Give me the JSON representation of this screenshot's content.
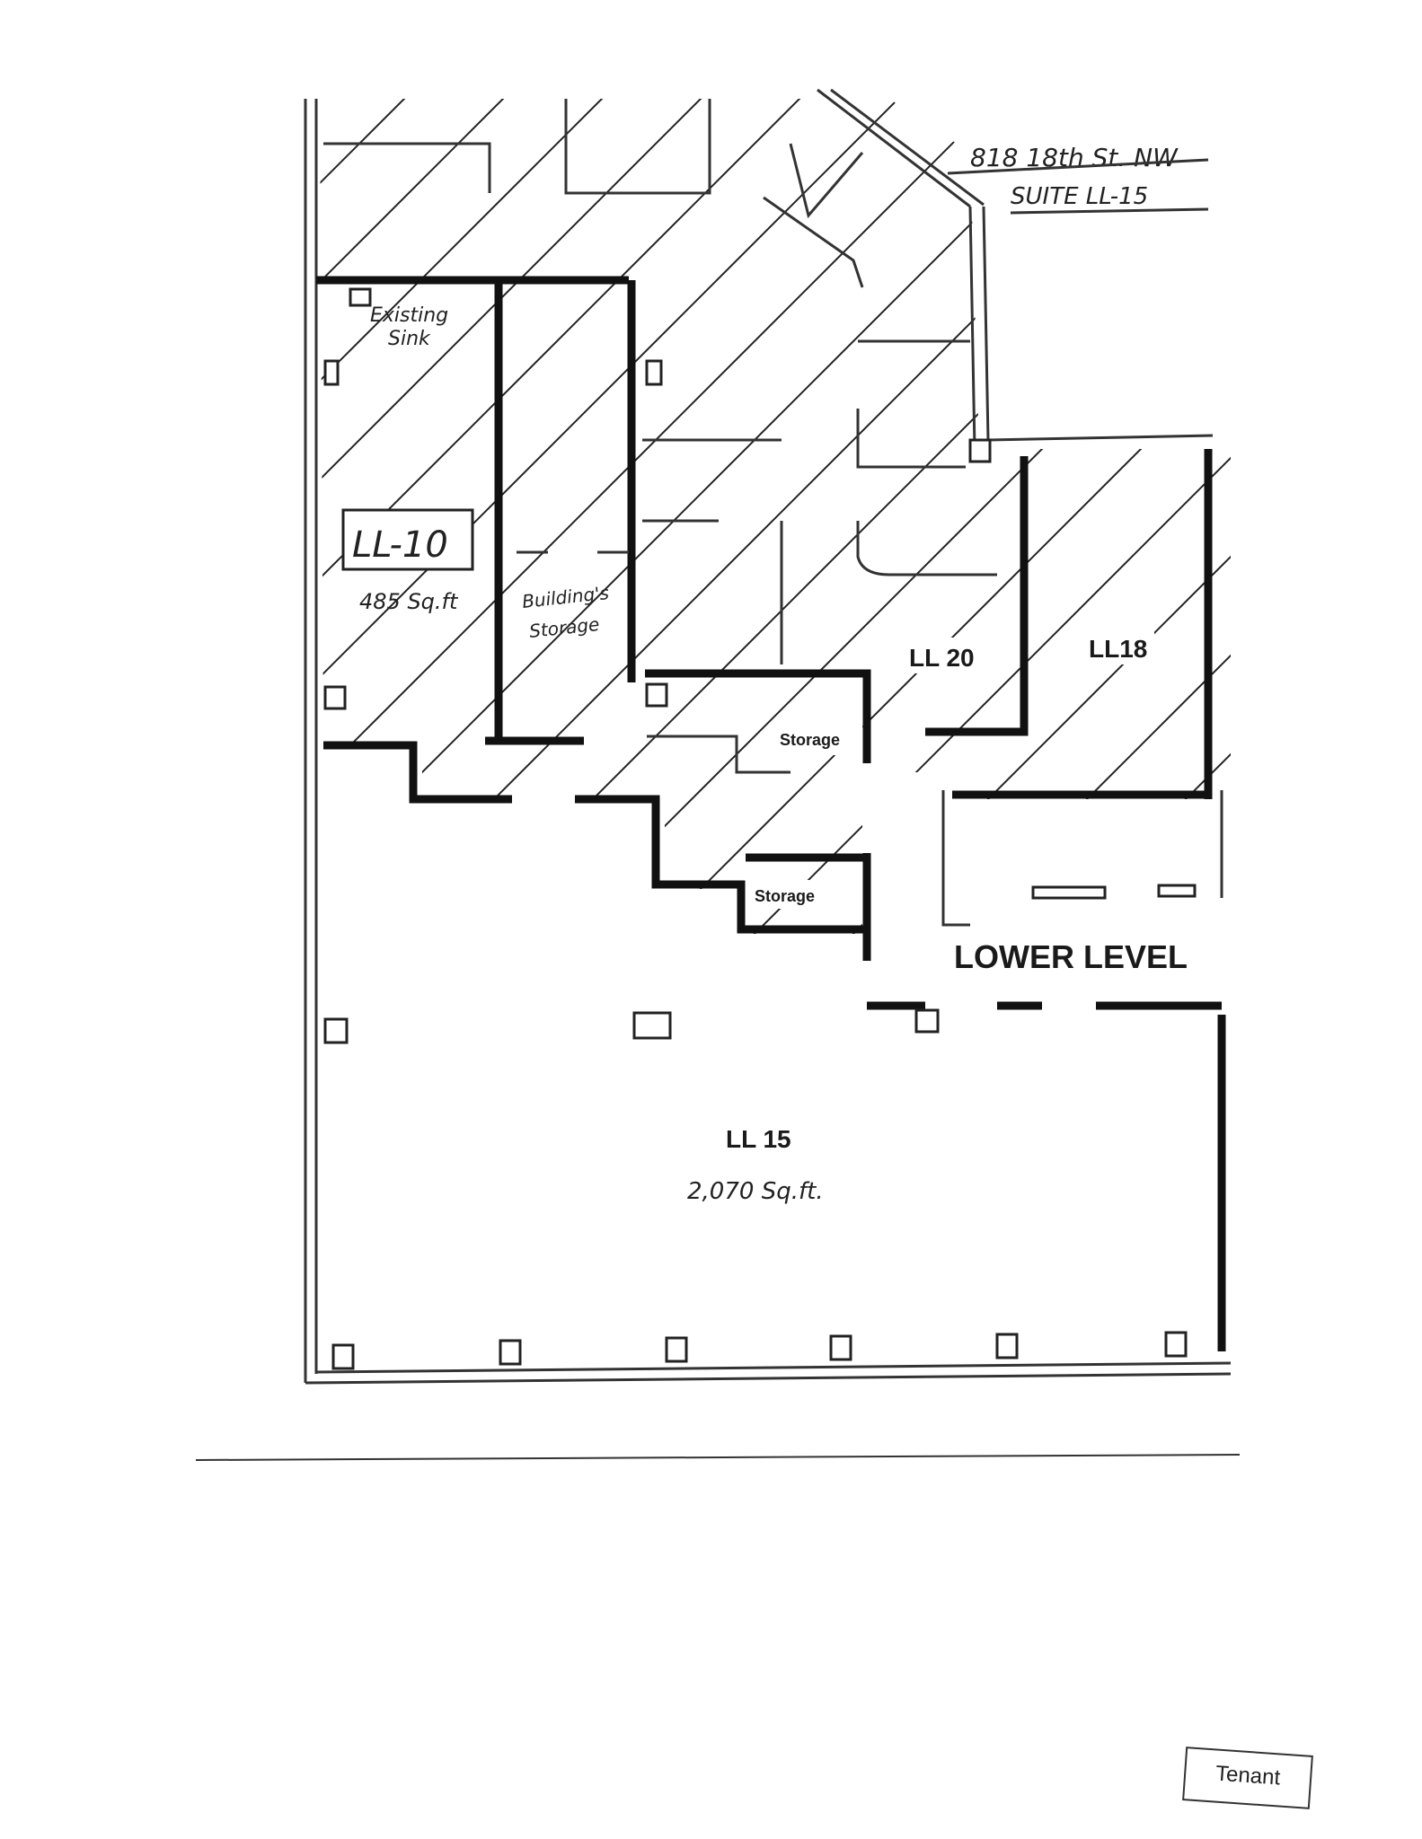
{
  "address": {
    "line1": "818 18th St. NW",
    "line2": "SUITE LL-15"
  },
  "rooms": {
    "ll10": {
      "label": "LL-10",
      "area": "485 Sq.ft"
    },
    "sink_note": [
      "Existing",
      "Sink"
    ],
    "building_storage": [
      "Building's",
      "Storage"
    ],
    "storage_a": "Storage",
    "storage_b": "Storage",
    "ll20": "LL 20",
    "ll18": "LL18",
    "ll15": {
      "label": "LL 15",
      "area": "2,070 Sq.ft."
    }
  },
  "level_label": "LOWER LEVEL",
  "stamp": "Tenant"
}
